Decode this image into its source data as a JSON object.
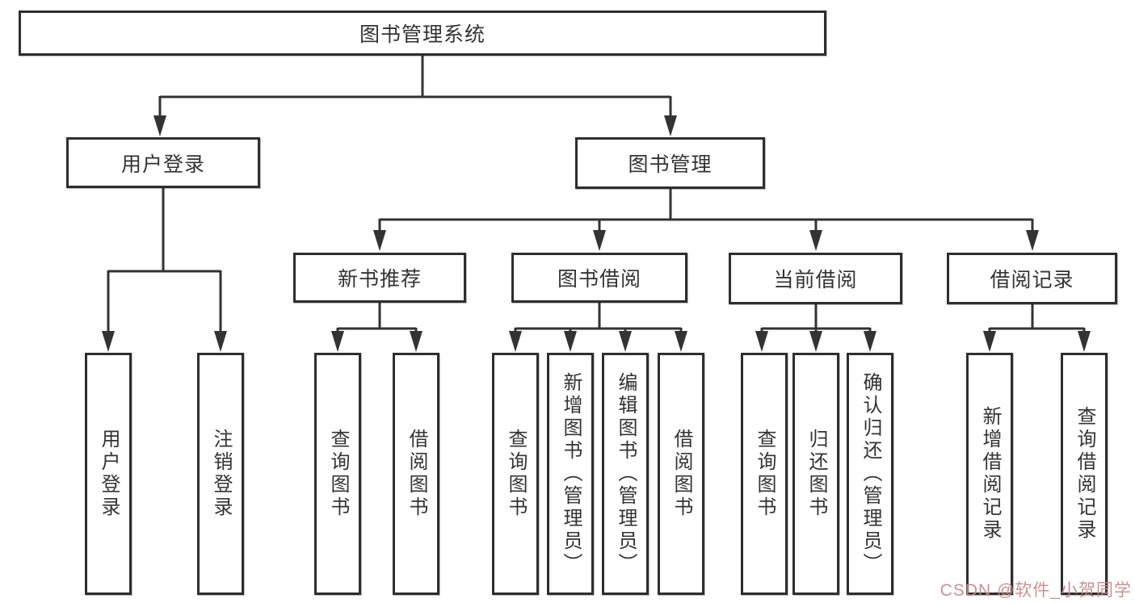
{
  "diagram": {
    "type": "tree",
    "title": "图书管理系统",
    "nodes": {
      "root": {
        "label": "图书管理系统"
      },
      "user_login": {
        "label": "用户登录"
      },
      "book_management": {
        "label": "图书管理"
      },
      "new_book_recommend": {
        "label": "新书推荐"
      },
      "book_borrow": {
        "label": "图书借阅"
      },
      "current_borrow": {
        "label": "当前借阅"
      },
      "borrow_records": {
        "label": "借阅记录"
      },
      "leaf_user_login": {
        "label": "用户登录"
      },
      "leaf_logout": {
        "label": "注销登录"
      },
      "leaf_query_book_1": {
        "label": "查询图书"
      },
      "leaf_borrow_book_1": {
        "label": "借阅图书"
      },
      "leaf_query_book_2": {
        "label": "查询图书"
      },
      "leaf_add_book": {
        "label": "新增图书（管理员）"
      },
      "leaf_edit_book": {
        "label": "编辑图书（管理员）"
      },
      "leaf_borrow_book_2": {
        "label": "借阅图书"
      },
      "leaf_query_book_3": {
        "label": "查询图书"
      },
      "leaf_return_book": {
        "label": "归还图书"
      },
      "leaf_confirm_return": {
        "label": "确认归还（管理员）"
      },
      "leaf_add_borrow_record": {
        "label": "新增借阅记录"
      },
      "leaf_query_borrow_record": {
        "label": "查询借阅记录"
      }
    },
    "hierarchy": {
      "图书管理系统": {
        "用户登录": [
          "用户登录",
          "注销登录"
        ],
        "图书管理": {
          "新书推荐": [
            "查询图书",
            "借阅图书"
          ],
          "图书借阅": [
            "查询图书",
            "新增图书（管理员）",
            "编辑图书（管理员）",
            "借阅图书"
          ],
          "当前借阅": [
            "查询图书",
            "归还图书",
            "确认归还（管理员）"
          ],
          "借阅记录": [
            "新增借阅记录",
            "查询借阅记录"
          ]
        }
      }
    },
    "colors": {
      "line": "#333333",
      "box_border": "#2e2e2e",
      "text": "#333333",
      "background": "#ffffff",
      "watermark": "#c98a8a"
    }
  },
  "watermark": {
    "text": "CSDN @软件_小贺同学"
  }
}
